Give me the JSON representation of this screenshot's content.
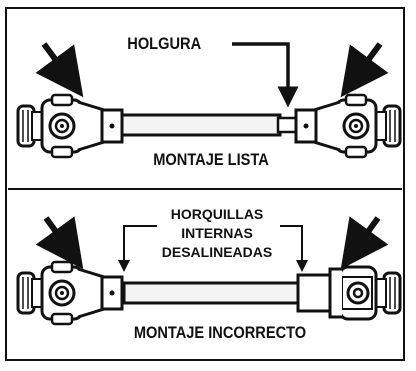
{
  "top": {
    "arrow_label": "HOLGURA",
    "caption": "MONTAJE LISTA"
  },
  "bottom": {
    "note_line1": "HORQUILLAS",
    "note_line2": "INTERNAS",
    "note_line3": "DESALINEADAS",
    "caption": "MONTAJE INCORRECTO"
  },
  "colors": {
    "ink": "#111111",
    "paper": "#ffffff",
    "tube_fill": "#f4f4f4"
  }
}
